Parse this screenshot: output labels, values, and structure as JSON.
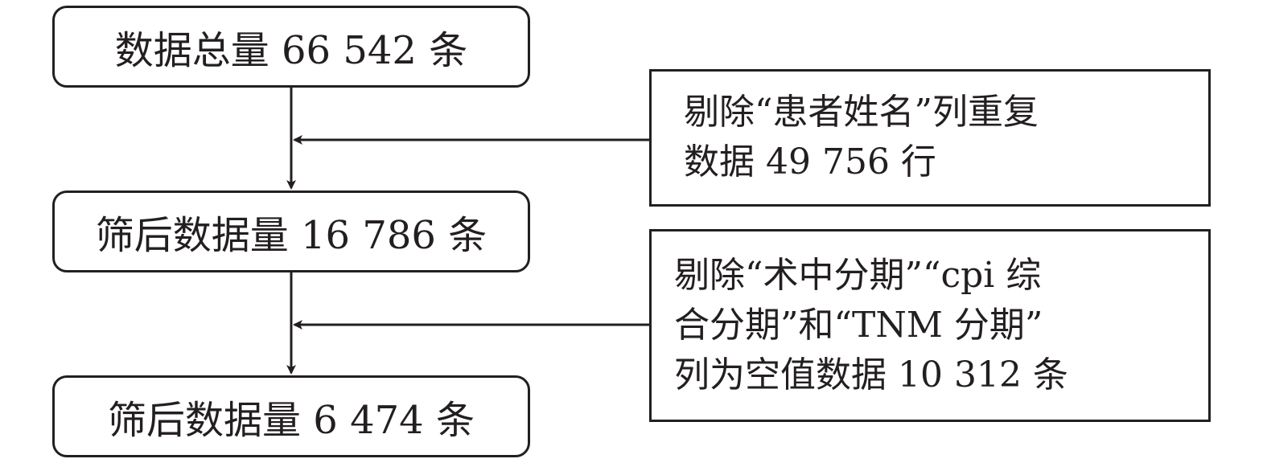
{
  "flow": {
    "total": "数据总量 66 542 条",
    "after_step1": "筛后数据量 16 786 条",
    "after_step2": "筛后数据量 6 474 条"
  },
  "exclusions": {
    "step1": {
      "lines": [
        "剔除“患者姓名”列重复",
        "数据 49 756 行"
      ]
    },
    "step2": {
      "lines": [
        "剔除“术中分期”“cpi 综",
        "合分期”和“TNM 分期”",
        "列为空值数据 10 312 条"
      ]
    }
  }
}
